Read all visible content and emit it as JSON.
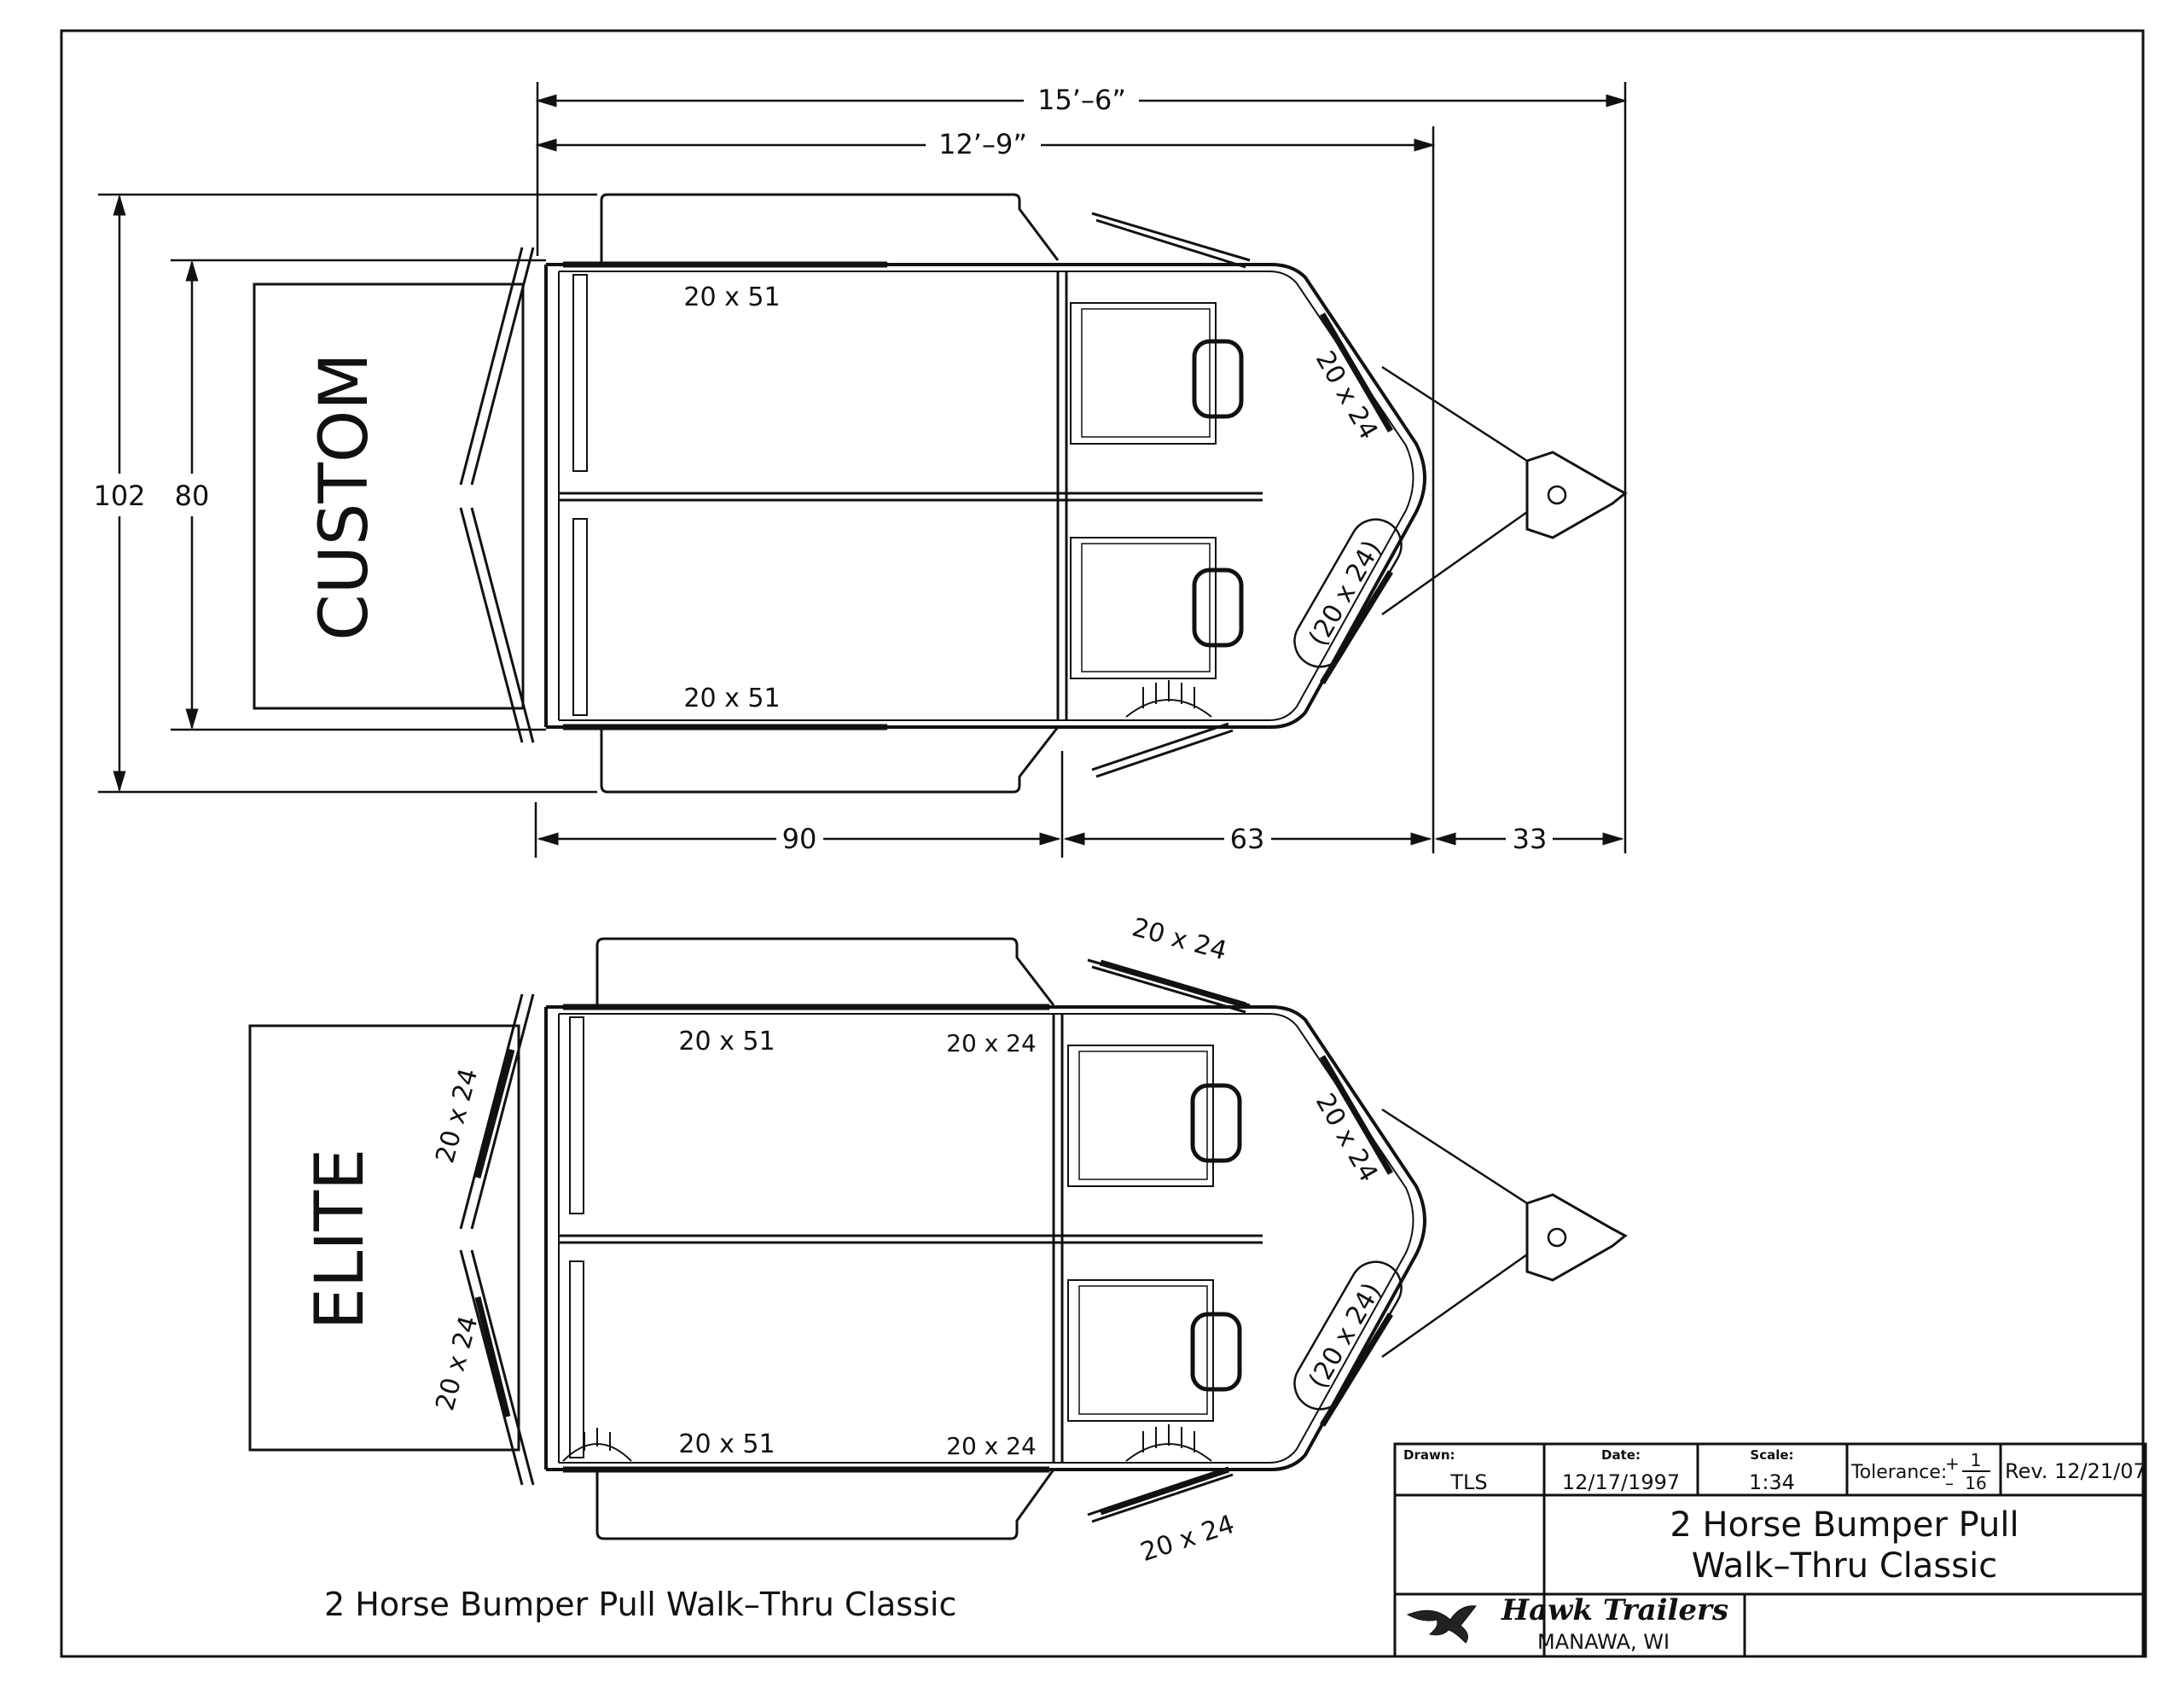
{
  "dimensions": {
    "overall_length": "15’–6”",
    "body_length": "12’–9”",
    "outer_width": "102",
    "inner_width": "80",
    "bottom_a": "90",
    "bottom_b": "63",
    "bottom_c": "33"
  },
  "top_plan": {
    "model_label": "CUSTOM",
    "window_top": "20 x 51",
    "window_bottom": "20 x 51",
    "nose_window": "20 x 24",
    "nose_window_optional": "(20 x 24)"
  },
  "bottom_plan": {
    "model_label": "ELITE",
    "window_top": "20 x 51",
    "window_bottom": "20 x 51",
    "side_window_top": "20 x 24",
    "side_window_bottom": "20 x 24",
    "rear_window_upper": "20 x 24",
    "rear_window_lower": "20 x 24",
    "escape_top": "20 x 24",
    "escape_bottom": "20 x 24",
    "nose_window": "20 x 24",
    "nose_window_optional": "(20 x 24)"
  },
  "caption": "2  Horse  Bumper  Pull  Walk–Thru  Classic",
  "title_block": {
    "drawn_label": "Drawn:",
    "drawn_value": "TLS",
    "date_label": "Date:",
    "date_value": "12/17/1997",
    "scale_label": "Scale:",
    "scale_value": "1:34",
    "tolerance_label": "Tolerance:",
    "tolerance_plus": "+",
    "tolerance_minus": "–",
    "tolerance_num": "1",
    "tolerance_den": "16",
    "revision": "Rev.  12/21/07",
    "title_line1": "2  Horse  Bumper  Pull",
    "title_line2": "Walk–Thru  Classic",
    "company": "Hawk Trailers",
    "location": "MANAWA, WI"
  }
}
